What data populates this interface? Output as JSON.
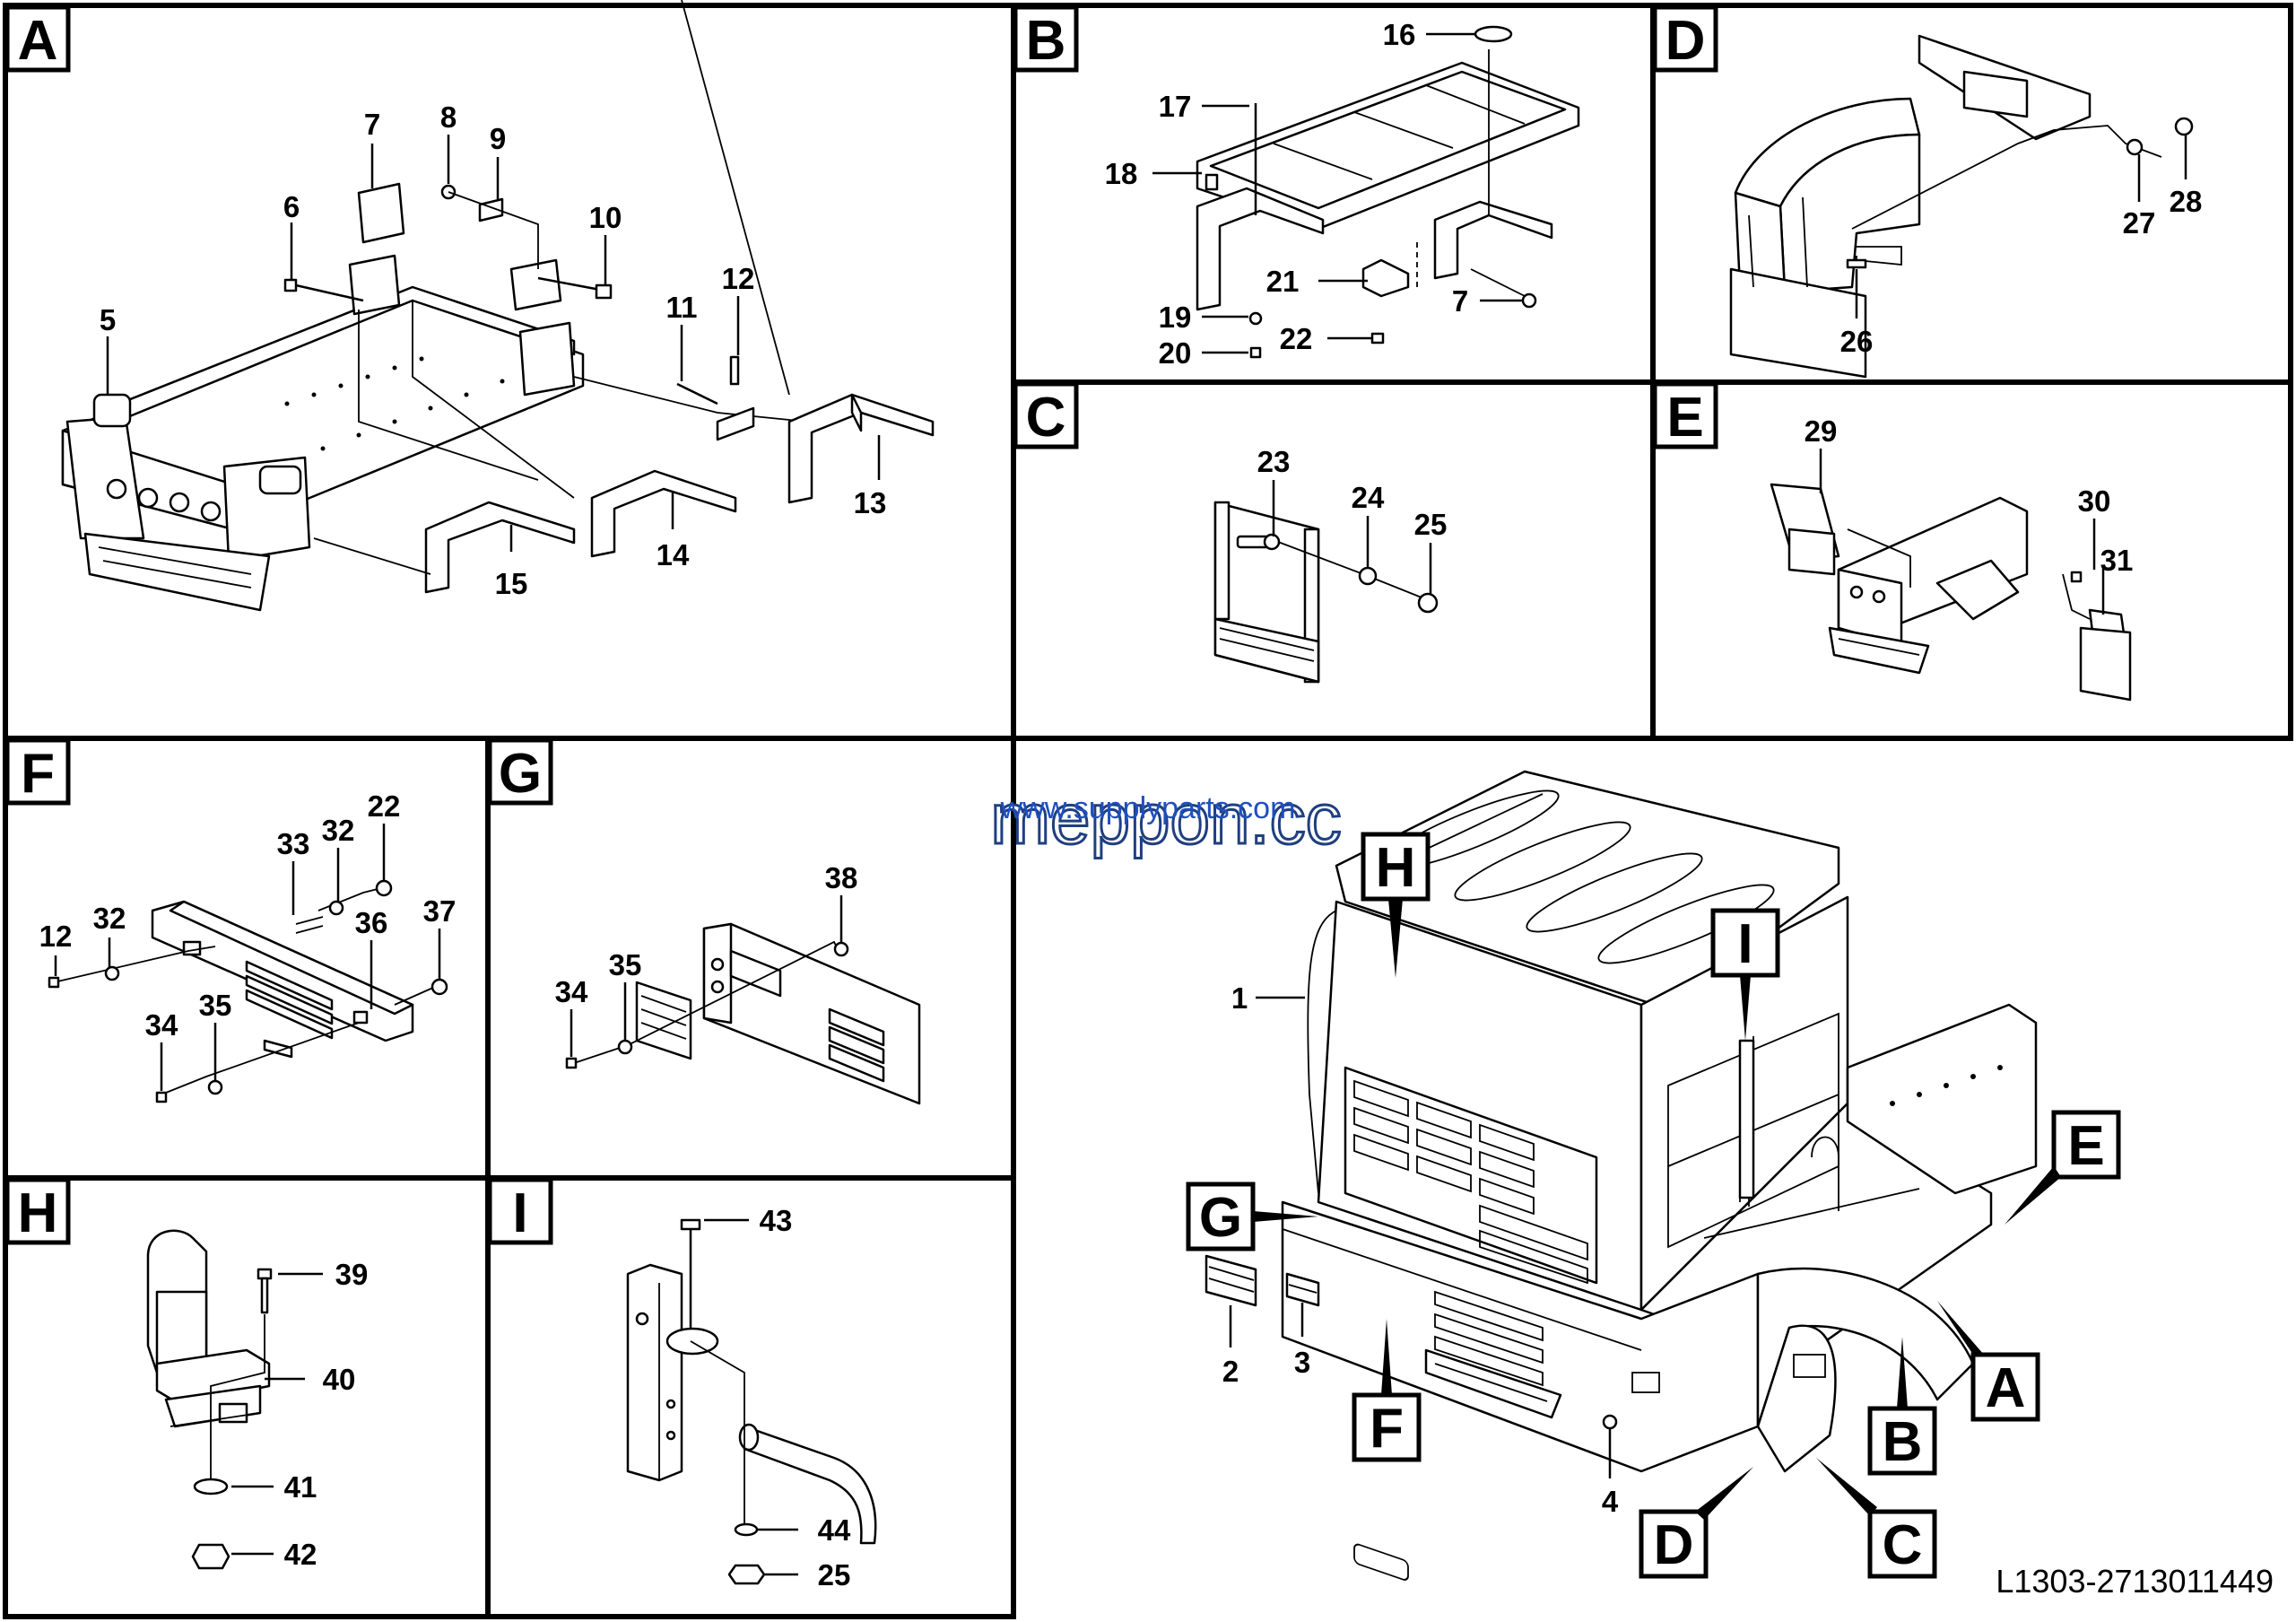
{
  "panels": [
    {
      "id": "A",
      "label": "A"
    },
    {
      "id": "B",
      "label": "B"
    },
    {
      "id": "C",
      "label": "C"
    },
    {
      "id": "D",
      "label": "D"
    },
    {
      "id": "E",
      "label": "E"
    },
    {
      "id": "F",
      "label": "F"
    },
    {
      "id": "G",
      "label": "G"
    },
    {
      "id": "H",
      "label": "H"
    },
    {
      "id": "I",
      "label": "I"
    }
  ],
  "callouts": {
    "A": [
      "5",
      "6",
      "7",
      "8",
      "9",
      "10",
      "11",
      "12",
      "13",
      "14",
      "15"
    ],
    "B": [
      "16",
      "17",
      "18",
      "19",
      "20",
      "21",
      "22",
      "7"
    ],
    "C": [
      "23",
      "24",
      "25"
    ],
    "D": [
      "26",
      "27",
      "28"
    ],
    "E": [
      "29",
      "30",
      "31"
    ],
    "F": [
      "12",
      "32",
      "33",
      "32",
      "22",
      "36",
      "37",
      "34",
      "35"
    ],
    "G": [
      "34",
      "35",
      "38"
    ],
    "H": [
      "39",
      "40",
      "41",
      "42"
    ],
    "I": [
      "43",
      "44",
      "25"
    ],
    "main": [
      "1",
      "2",
      "3",
      "4"
    ]
  },
  "overview_tags": [
    "H",
    "I",
    "G",
    "E",
    "A",
    "B",
    "F",
    "D",
    "C"
  ],
  "watermark": {
    "url_text": "www.supplyparts.com",
    "brand_text": "meppon.cc"
  },
  "drawing_code": "L1303-2713011449"
}
